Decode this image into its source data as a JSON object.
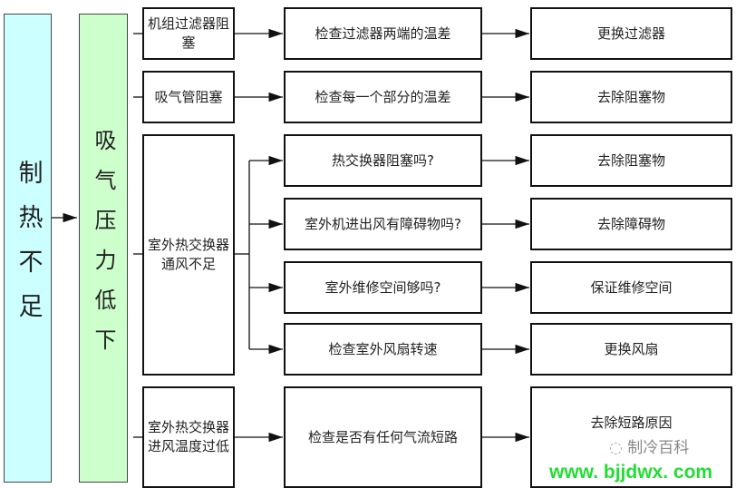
{
  "root": "制热不足",
  "symptom": "吸气压力低下",
  "causes": [
    "机组过滤器阻塞",
    "吸气管阻塞",
    "室外热交换器通风不足",
    "室外热交换器进风温度过低"
  ],
  "checks": [
    "检查过滤器两端的温差",
    "检查每一个部分的温差",
    "热交换器阻塞吗?",
    "室外机进出风有障碍物吗?",
    "室外维修空间够吗?",
    "检查室外风扇转速",
    "检查是否有任何气流短路"
  ],
  "solutions": [
    "更换过滤器",
    "去除阻塞物",
    "去除阻塞物",
    "去除障碍物",
    "保证维修空间",
    "更换风扇",
    "去除短路原因"
  ],
  "watermark": {
    "brand": "制冷百科",
    "url": "www. bjjdwx. com"
  },
  "colors": {
    "root_bg": "#ccffff",
    "symptom_bg": "#ccffcc",
    "watermark_url": "#22dd33"
  }
}
